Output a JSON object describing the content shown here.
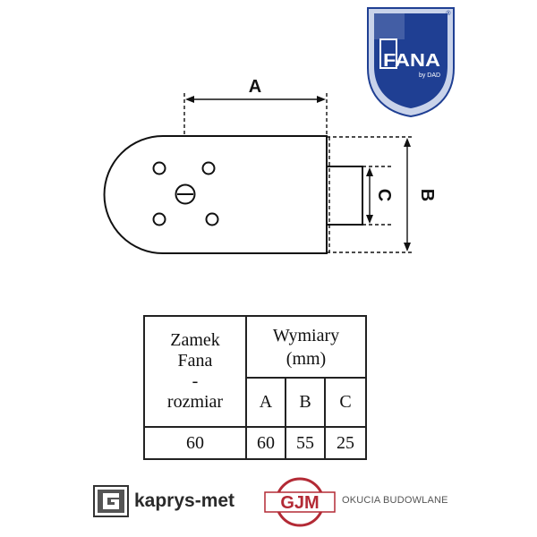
{
  "logo": {
    "brand": "FANA",
    "byline": "by DAD",
    "registered": "®",
    "colors": {
      "shield": "#1f3f93",
      "frame": "#c9d3ea",
      "highlight": "#e8edf7"
    }
  },
  "drawing": {
    "labels": {
      "a": "A",
      "b": "B",
      "c": "C"
    },
    "icons": [
      "mounting-hole-icon",
      "keyhole-icon"
    ]
  },
  "table": {
    "header_left": [
      "Zamek",
      "Fana",
      "-",
      "rozmiar"
    ],
    "header_top": [
      "Wymiary",
      "(mm)"
    ],
    "sub_headers": [
      "A",
      "B",
      "C"
    ],
    "rows": [
      {
        "size": "60",
        "a": "60",
        "b": "55",
        "c": "25"
      }
    ]
  },
  "footer": {
    "kaprys": {
      "name": "kaprys-met"
    },
    "gjm": {
      "logo_text": "GJM",
      "tagline": "OKUCIA BUDOWLANE",
      "color": "#b32a35"
    }
  }
}
